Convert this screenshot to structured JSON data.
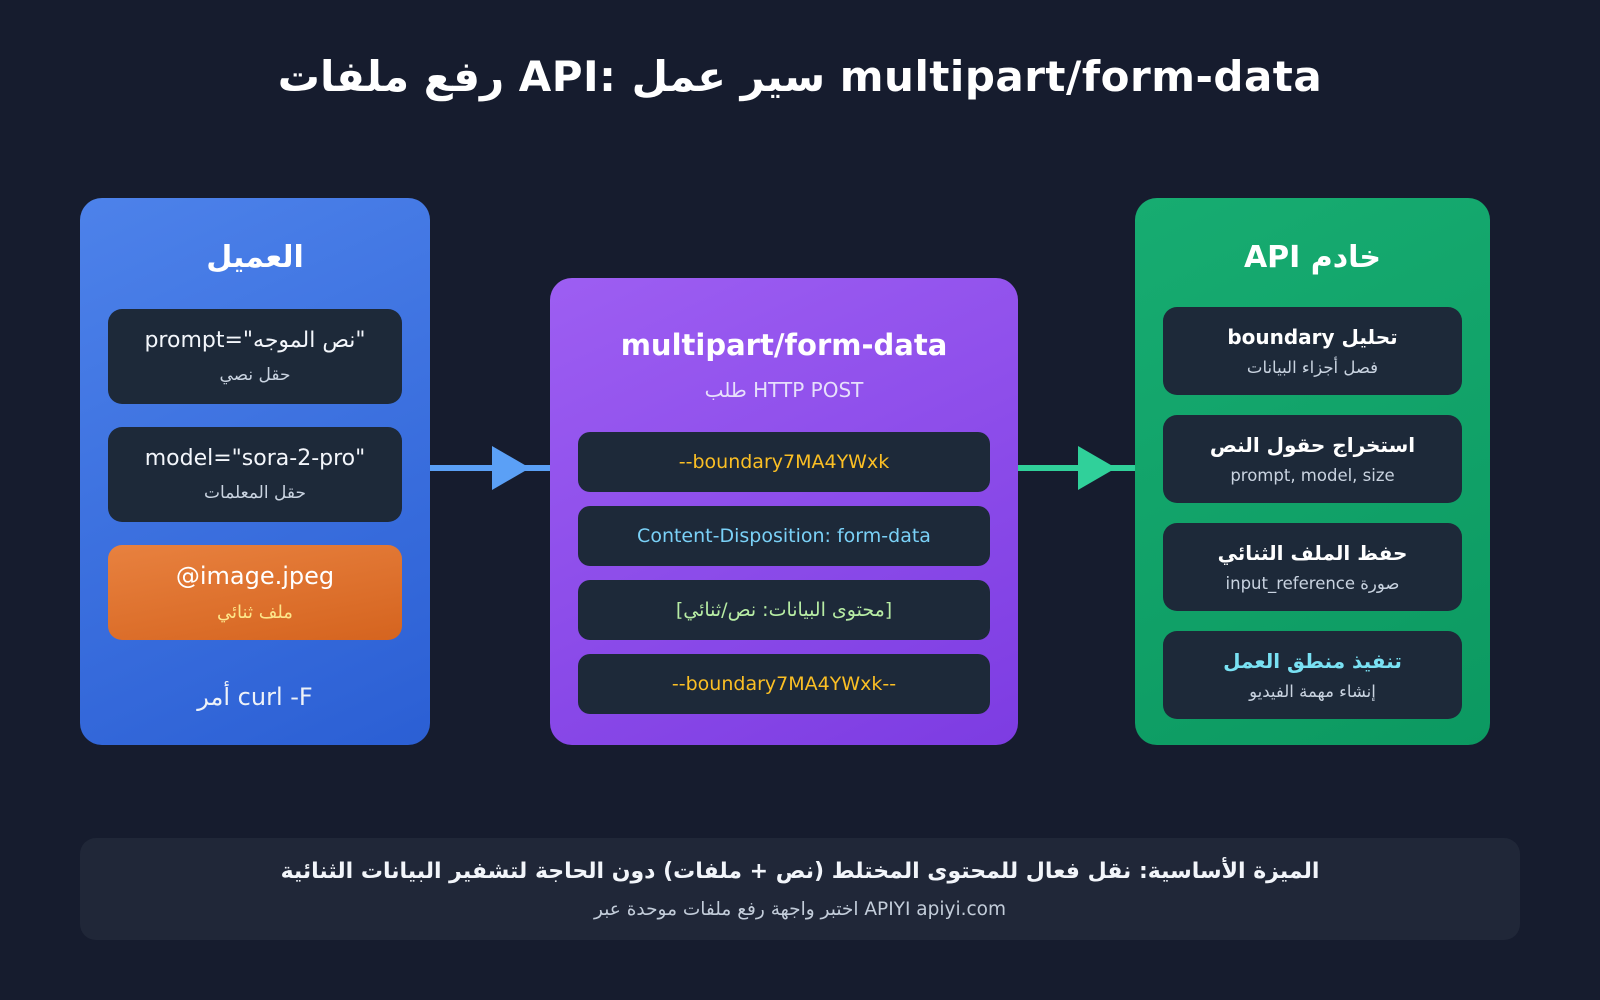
{
  "title": "رفع ملفات API: سير عمل multipart/form-data",
  "client_panel": {
    "header": "العميل",
    "boxes": [
      {
        "title": "prompt=\"نص الموجه\"",
        "subtitle": "حقل نصي"
      },
      {
        "title": "model=\"sora-2-pro\"",
        "subtitle": "حقل المعلمات"
      },
      {
        "title": "@image.jpeg",
        "subtitle": "ملف ثنائي"
      }
    ],
    "footer_command": "أمر curl -F"
  },
  "request_panel": {
    "header": "multipart/form-data",
    "subheader": "طلب HTTP POST",
    "lines": [
      {
        "text": "--boundary7MA4YWxk"
      },
      {
        "text": "Content-Disposition: form-data"
      },
      {
        "text": "[محتوى البيانات: نص/ثنائي]"
      },
      {
        "text": "--boundary7MA4YWxk--"
      }
    ]
  },
  "server_panel": {
    "header": "خادم API",
    "boxes": [
      {
        "title": "تحليل boundary",
        "subtitle": "فصل أجزاء البيانات"
      },
      {
        "title": "استخراج حقول النص",
        "subtitle": "prompt, model, size"
      },
      {
        "title": "حفظ الملف الثنائي",
        "subtitle": "صورة input_reference"
      },
      {
        "title": "تنفيذ منطق العمل",
        "subtitle": "إنشاء مهمة الفيديو"
      }
    ]
  },
  "footer": {
    "line1": "الميزة الأساسية: نقل فعال للمحتوى المختلط (نص + ملفات) دون الحاجة لتشفير البيانات الثنائية",
    "line2": "اختبر واجهة رفع ملفات موحدة عبر APIYI apiyi.com"
  },
  "colors": {
    "background": "#161c2e",
    "client_panel_gradient": [
      "#4d82ea",
      "#2b5fd4"
    ],
    "request_panel_gradient": [
      "#9d5ef2",
      "#7d3ce2"
    ],
    "server_panel_gradient": [
      "#17ac71",
      "#0c9961"
    ],
    "dark_box": "#1d2939",
    "orange_box_gradient": [
      "#e8813f",
      "#d5641f"
    ],
    "orange_box_subtitle": "#fde68a",
    "boundary_text": "#fbbf24",
    "content_disposition_text": "#7ad1f7",
    "data_content_text": "#b7eca4",
    "server_step4_title": "#79e1f3",
    "arrow_blue": "#5ba0f6",
    "arrow_green": "#30d09a",
    "footer_bar": "#202738"
  }
}
